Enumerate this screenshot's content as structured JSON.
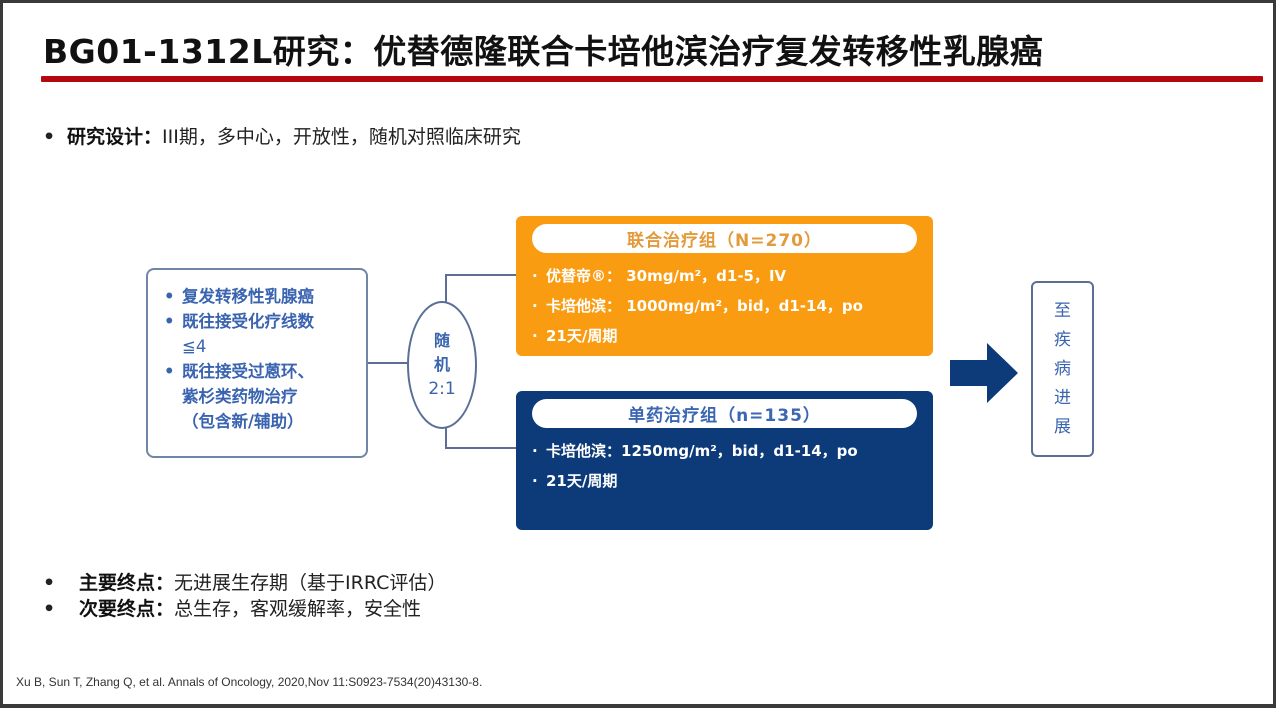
{
  "slide": {
    "title": "BG01-1312L研究：优替德隆联合卡培他滨治疗复发转移性乳腺癌",
    "accent_color": "#b5070f"
  },
  "design": {
    "bullet": "•",
    "label": "研究设计：",
    "text": "III期，多中心，开放性，随机对照临床研究"
  },
  "population": {
    "items": [
      {
        "text": "复发转移性乳腺癌",
        "cont": ""
      },
      {
        "text": "既往接受化疗线数",
        "cont": "≦4"
      },
      {
        "text": "既往接受过蒽环、",
        "cont": "紫杉类药物治疗"
      },
      {
        "text": "",
        "cont": "（包含新/辅助）"
      }
    ]
  },
  "randomization": {
    "line1": "随",
    "line2": "机",
    "ratio": "2:1"
  },
  "arms": {
    "combination": {
      "title": "联合治疗组（N=270）",
      "color": "#f99c12",
      "rows": [
        "优替帝®：  30mg/m²，d1-5，IV",
        "卡培他滨：  1000mg/m²，bid，d1-14，po",
        "21天/周期"
      ]
    },
    "monotherapy": {
      "title": "单药治疗组（n=135）",
      "color": "#0d3a78",
      "rows": [
        "卡培他滨：1250mg/m²，bid，d1-14，po",
        "21天/周期"
      ]
    }
  },
  "outcome": {
    "chars": [
      "至",
      "疾",
      "病",
      "进",
      "展"
    ],
    "arrow": "right-arrow-icon"
  },
  "endpoints": {
    "primary": {
      "label": "主要终点：",
      "text": "无进展生存期（基于IRRC评估）"
    },
    "secondary": {
      "label": "次要终点：",
      "text": "总生存，客观缓解率，安全性"
    }
  },
  "reference": "Xu B, Sun T, Zhang Q, et al. Annals of Oncology, 2020,Nov 11:S0923-7534(20)43130-8."
}
